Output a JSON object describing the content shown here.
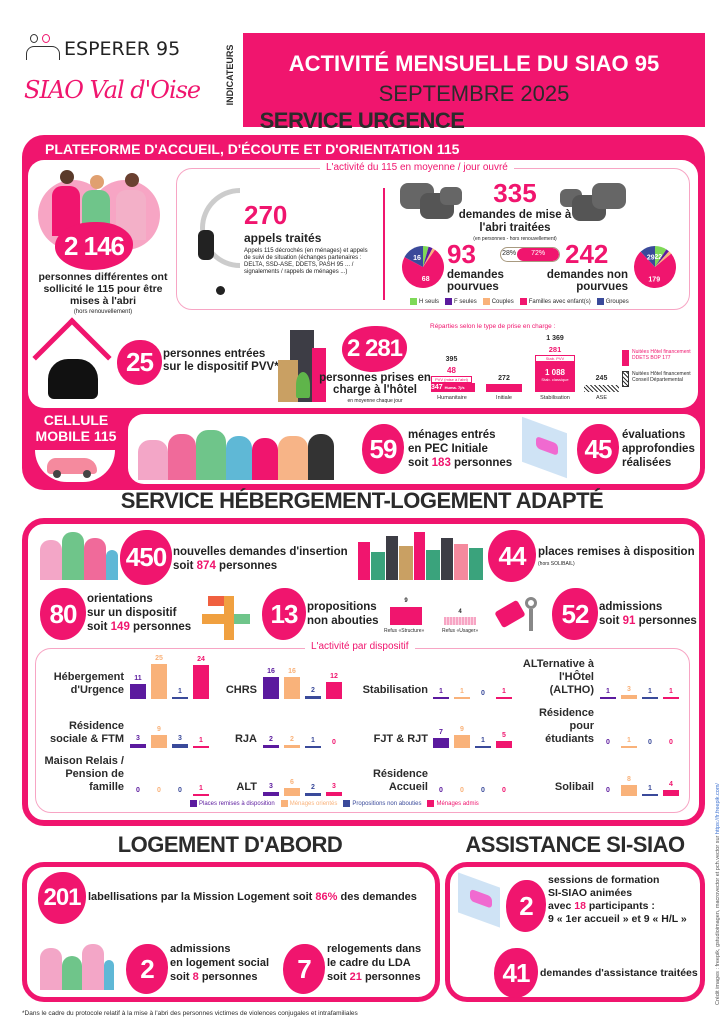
{
  "header": {
    "logo_top": "ESPERER 95",
    "logo_bottom": "SIAO Val d'Oise",
    "side_label": "INDICATEURS",
    "title": "ACTIVITÉ MENSUELLE DU SIAO 95",
    "subtitle": "SEPTEMBRE 2025"
  },
  "colors": {
    "accent": "#F0156E",
    "h_seuls": "#7ED957",
    "f_seules": "#5B1A9E",
    "couples": "#F9B27A",
    "familles": "#F0156E",
    "groupes": "#3A4A9A"
  },
  "urgence": {
    "title": "SERVICE URGENCE",
    "bar_title": "PLATEFORME D'ACCUEIL, D'ÉCOUTE ET D'ORIENTATION 115",
    "personnes": {
      "value": "2 146",
      "text": "personnes différentes ont sollicité le 115 pour être mises à l'abri",
      "note": "(hors renouvellement)"
    },
    "box_title": "L'activité du 115 en moyenne / jour ouvré",
    "appels": {
      "value": "270",
      "label": "appels traités",
      "desc": "Appels 115 décrochés (en ménages) et appels de suivi de situation (échanges partenaires : DELTA, SSD-ASE, DDETS, PASH 95 ... / signalements / rappels de ménages ...)"
    },
    "demandes": {
      "value": "335",
      "label": "demandes de mise à l'abri traitées",
      "note": "(en personnes - hors renouvellement)"
    },
    "pourvues": {
      "value": "93",
      "label": "demandes pourvues",
      "pct": "28%"
    },
    "non_pourvues": {
      "value": "242",
      "label": "demandes non pourvues",
      "pct": "72%"
    },
    "pie_pourvues": [
      4,
      3,
      2,
      68,
      16
    ],
    "pie_non_pourvues": [
      22,
      6,
      6,
      179,
      29
    ],
    "legend": [
      "H seuls",
      "F seules",
      "Couples",
      "Familles avec enfant(s)",
      "Groupes"
    ],
    "pvv": {
      "value": "25",
      "text": "personnes entrées sur le dispositif PVV*"
    },
    "hotel": {
      "value": "2 281",
      "text": "personnes prises en charge à l'hôtel",
      "note": "en moyenne chaque jour",
      "caption": "Réparties selon le type de prise en charge :",
      "humanitaire": {
        "total": "395",
        "pvv": "48",
        "pvv_label": "PVV (mise à l'abri)",
        "huma": "347",
        "huma_label": "Huma. 7j/s",
        "label": "Humanitaire"
      },
      "initiale": {
        "total": "272",
        "label": "Initiale"
      },
      "stabilisation": {
        "total": "1 369",
        "pvv": "281",
        "pvv_label": "Stab. PVV",
        "classique": "1 088",
        "classique_label": "Stab. classique",
        "label": "Stabilisation"
      },
      "ase": {
        "total": "245",
        "label": "ASE"
      },
      "legend_ddets": "Nuitées Hôtel financement DDETS BOP 177",
      "legend_cd": "Nuitées Hôtel financement Conseil Départemental"
    },
    "cellule": {
      "label": "CELLULE MOBILE 115",
      "menages": "59",
      "menages_text1": "ménages entrés",
      "menages_text2": "en PEC Initiale",
      "soit": "soit",
      "personnes": "183",
      "personnes_label": "personnes",
      "evaluations": "45",
      "evaluations_text": "évaluations approfondies réalisées"
    }
  },
  "hebergement": {
    "title": "SERVICE HÉBERGEMENT-LOGEMENT ADAPTÉ",
    "demandes": {
      "value": "450",
      "text": "nouvelles demandes d'insertion",
      "soit": "soit",
      "personnes": "874",
      "personnes_label": "personnes"
    },
    "places": {
      "value": "44",
      "text": "places remises à disposition",
      "note": "(hors SOLIBAIL)"
    },
    "orientations": {
      "value": "80",
      "text1": "orientations",
      "text2": "sur un dispositif",
      "soit": "soit",
      "personnes": "149",
      "personnes_label": "personnes"
    },
    "propositions": {
      "value": "13",
      "text": "propositions non abouties",
      "refus_structure": "9",
      "refus_structure_label": "Refus «Structure»",
      "refus_usager": "4",
      "refus_usager_label": "Refus «Usager»"
    },
    "admissions": {
      "value": "52",
      "text": "admissions",
      "soit": "soit",
      "personnes": "91",
      "personnes_label": "personnes"
    },
    "dispositif_title": "L'activité par dispositif",
    "series": [
      "Places remises à disposition",
      "Ménages orientés",
      "Propositions non abouties",
      "Ménages admis"
    ],
    "dispositifs": [
      {
        "name": "Hébergement d'Urgence",
        "values": [
          11,
          25,
          1,
          24
        ]
      },
      {
        "name": "CHRS",
        "values": [
          16,
          16,
          2,
          12
        ]
      },
      {
        "name": "Stabilisation",
        "values": [
          1,
          1,
          0,
          1
        ]
      },
      {
        "name": "ALTernative à l'HÔtel (ALTHO)",
        "values": [
          1,
          3,
          1,
          1
        ]
      },
      {
        "name": "Résidence sociale & FTM",
        "values": [
          3,
          9,
          3,
          1
        ]
      },
      {
        "name": "RJA",
        "values": [
          2,
          2,
          1,
          0
        ]
      },
      {
        "name": "FJT & RJT",
        "values": [
          7,
          9,
          1,
          5
        ]
      },
      {
        "name": "Résidence pour étudiants",
        "values": [
          0,
          1,
          0,
          0
        ]
      },
      {
        "name": "Maison Relais / Pension de famille",
        "values": [
          0,
          0,
          0,
          1
        ]
      },
      {
        "name": "ALT",
        "values": [
          3,
          6,
          2,
          3
        ]
      },
      {
        "name": "Résidence Accueil",
        "values": [
          0,
          0,
          0,
          0
        ]
      },
      {
        "name": "Solibail",
        "values": [
          0,
          8,
          1,
          4
        ]
      }
    ]
  },
  "logement": {
    "title": "LOGEMENT D'ABORD",
    "labellisations": {
      "value": "201",
      "text": "labellisations par la Mission Logement soit",
      "pct": "86%",
      "tail": "des demandes"
    },
    "admissions": {
      "value": "2",
      "text1": "admissions",
      "text2": "en logement social",
      "soit": "soit",
      "personnes": "8",
      "personnes_label": "personnes"
    },
    "relogements": {
      "value": "7",
      "text1": "relogements dans",
      "text2": "le cadre du LDA",
      "soit": "soit",
      "personnes": "21",
      "personnes_label": "personnes"
    }
  },
  "assistance": {
    "title": "ASSISTANCE SI-SIAO",
    "sessions": {
      "value": "2",
      "text1": "sessions de formation",
      "text2": "SI-SIAO animées",
      "avec": "avec",
      "participants": "18",
      "participants_label": "participants :",
      "detail": "9 « 1er accueil » et 9 « H/L »"
    },
    "demandes": {
      "value": "41",
      "text": "demandes d'assistance traitées"
    }
  },
  "footnote": "*Dans le cadre du protocole relatif à la mise à l'abri des personnes victimes de violences conjugales et intrafamiliales",
  "credit": {
    "text": "Crédit images : freepik, gstudioimagen, macrovector et pch.vector sur",
    "link": "https://fr.freepik.com/"
  }
}
